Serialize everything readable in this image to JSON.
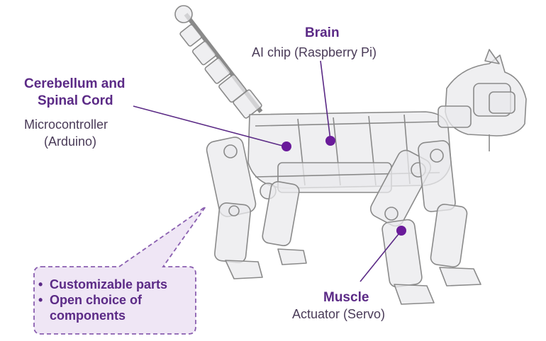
{
  "colors": {
    "accent": "#5b2a86",
    "dot": "#6a1b9a",
    "callout_fill": "#efe6f5",
    "robot_stroke": "#8a8a8a",
    "robot_fill": "#e9e9ec"
  },
  "labels": {
    "brain": {
      "title": "Brain",
      "subtitle": "AI chip (Raspberry Pi)"
    },
    "cerebellum": {
      "title_line1": "Cerebellum and",
      "title_line2": "Spinal Cord",
      "subtitle_line1": "Microcontroller",
      "subtitle_line2": "(Arduino)"
    },
    "muscle": {
      "title": "Muscle",
      "subtitle": "Actuator (Servo)"
    }
  },
  "callout": {
    "items": [
      "Customizable parts",
      "Open choice of",
      "components"
    ]
  },
  "image": {
    "subject": "transparent robot cat illustration"
  }
}
